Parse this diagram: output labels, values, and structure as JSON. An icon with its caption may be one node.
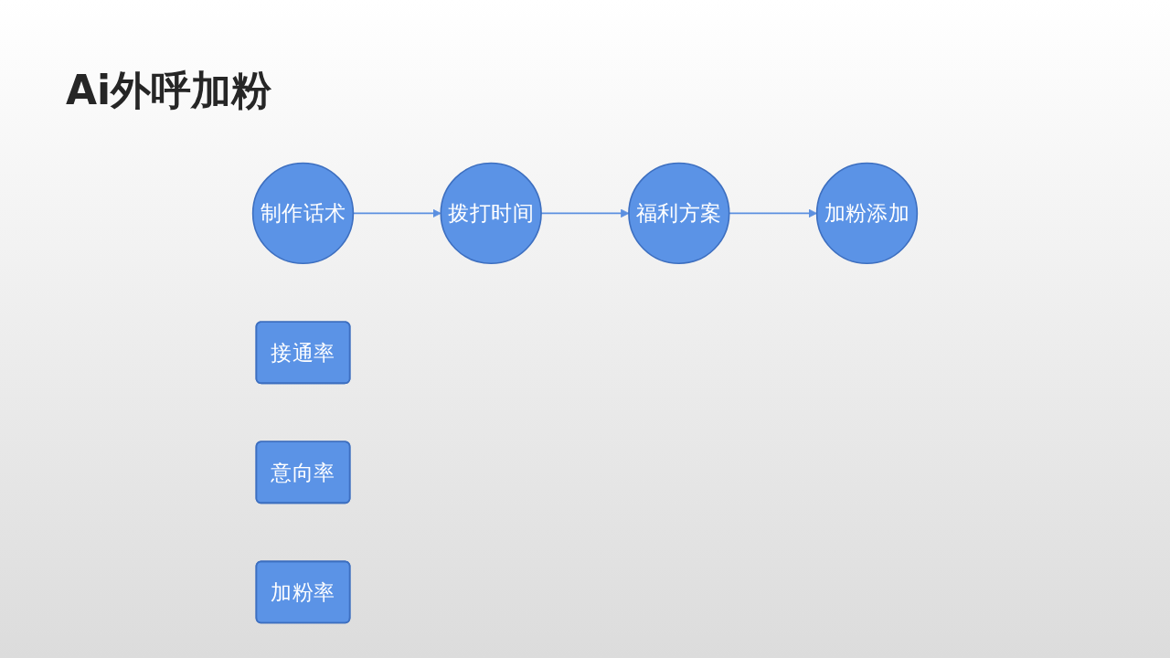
{
  "diagram": {
    "title": "Ai外呼加粉",
    "nodes": [
      {
        "text": [
          "制作话术"
        ]
      },
      {
        "text": [
          "拨打时间"
        ]
      },
      {
        "text": [
          "福利方案"
        ]
      },
      {
        "text": [
          "加粉添加"
        ]
      },
      {
        "text": [
          "接通率"
        ]
      },
      {
        "text": [
          "意向率"
        ]
      },
      {
        "text": [
          "加粉率"
        ]
      }
    ],
    "edges": [
      {
        "from": 0,
        "to": 1,
        "arrow": "to"
      },
      {
        "from": 1,
        "to": 2,
        "arrow": "to"
      },
      {
        "from": 2,
        "to": 3,
        "arrow": "to"
      }
    ]
  }
}
